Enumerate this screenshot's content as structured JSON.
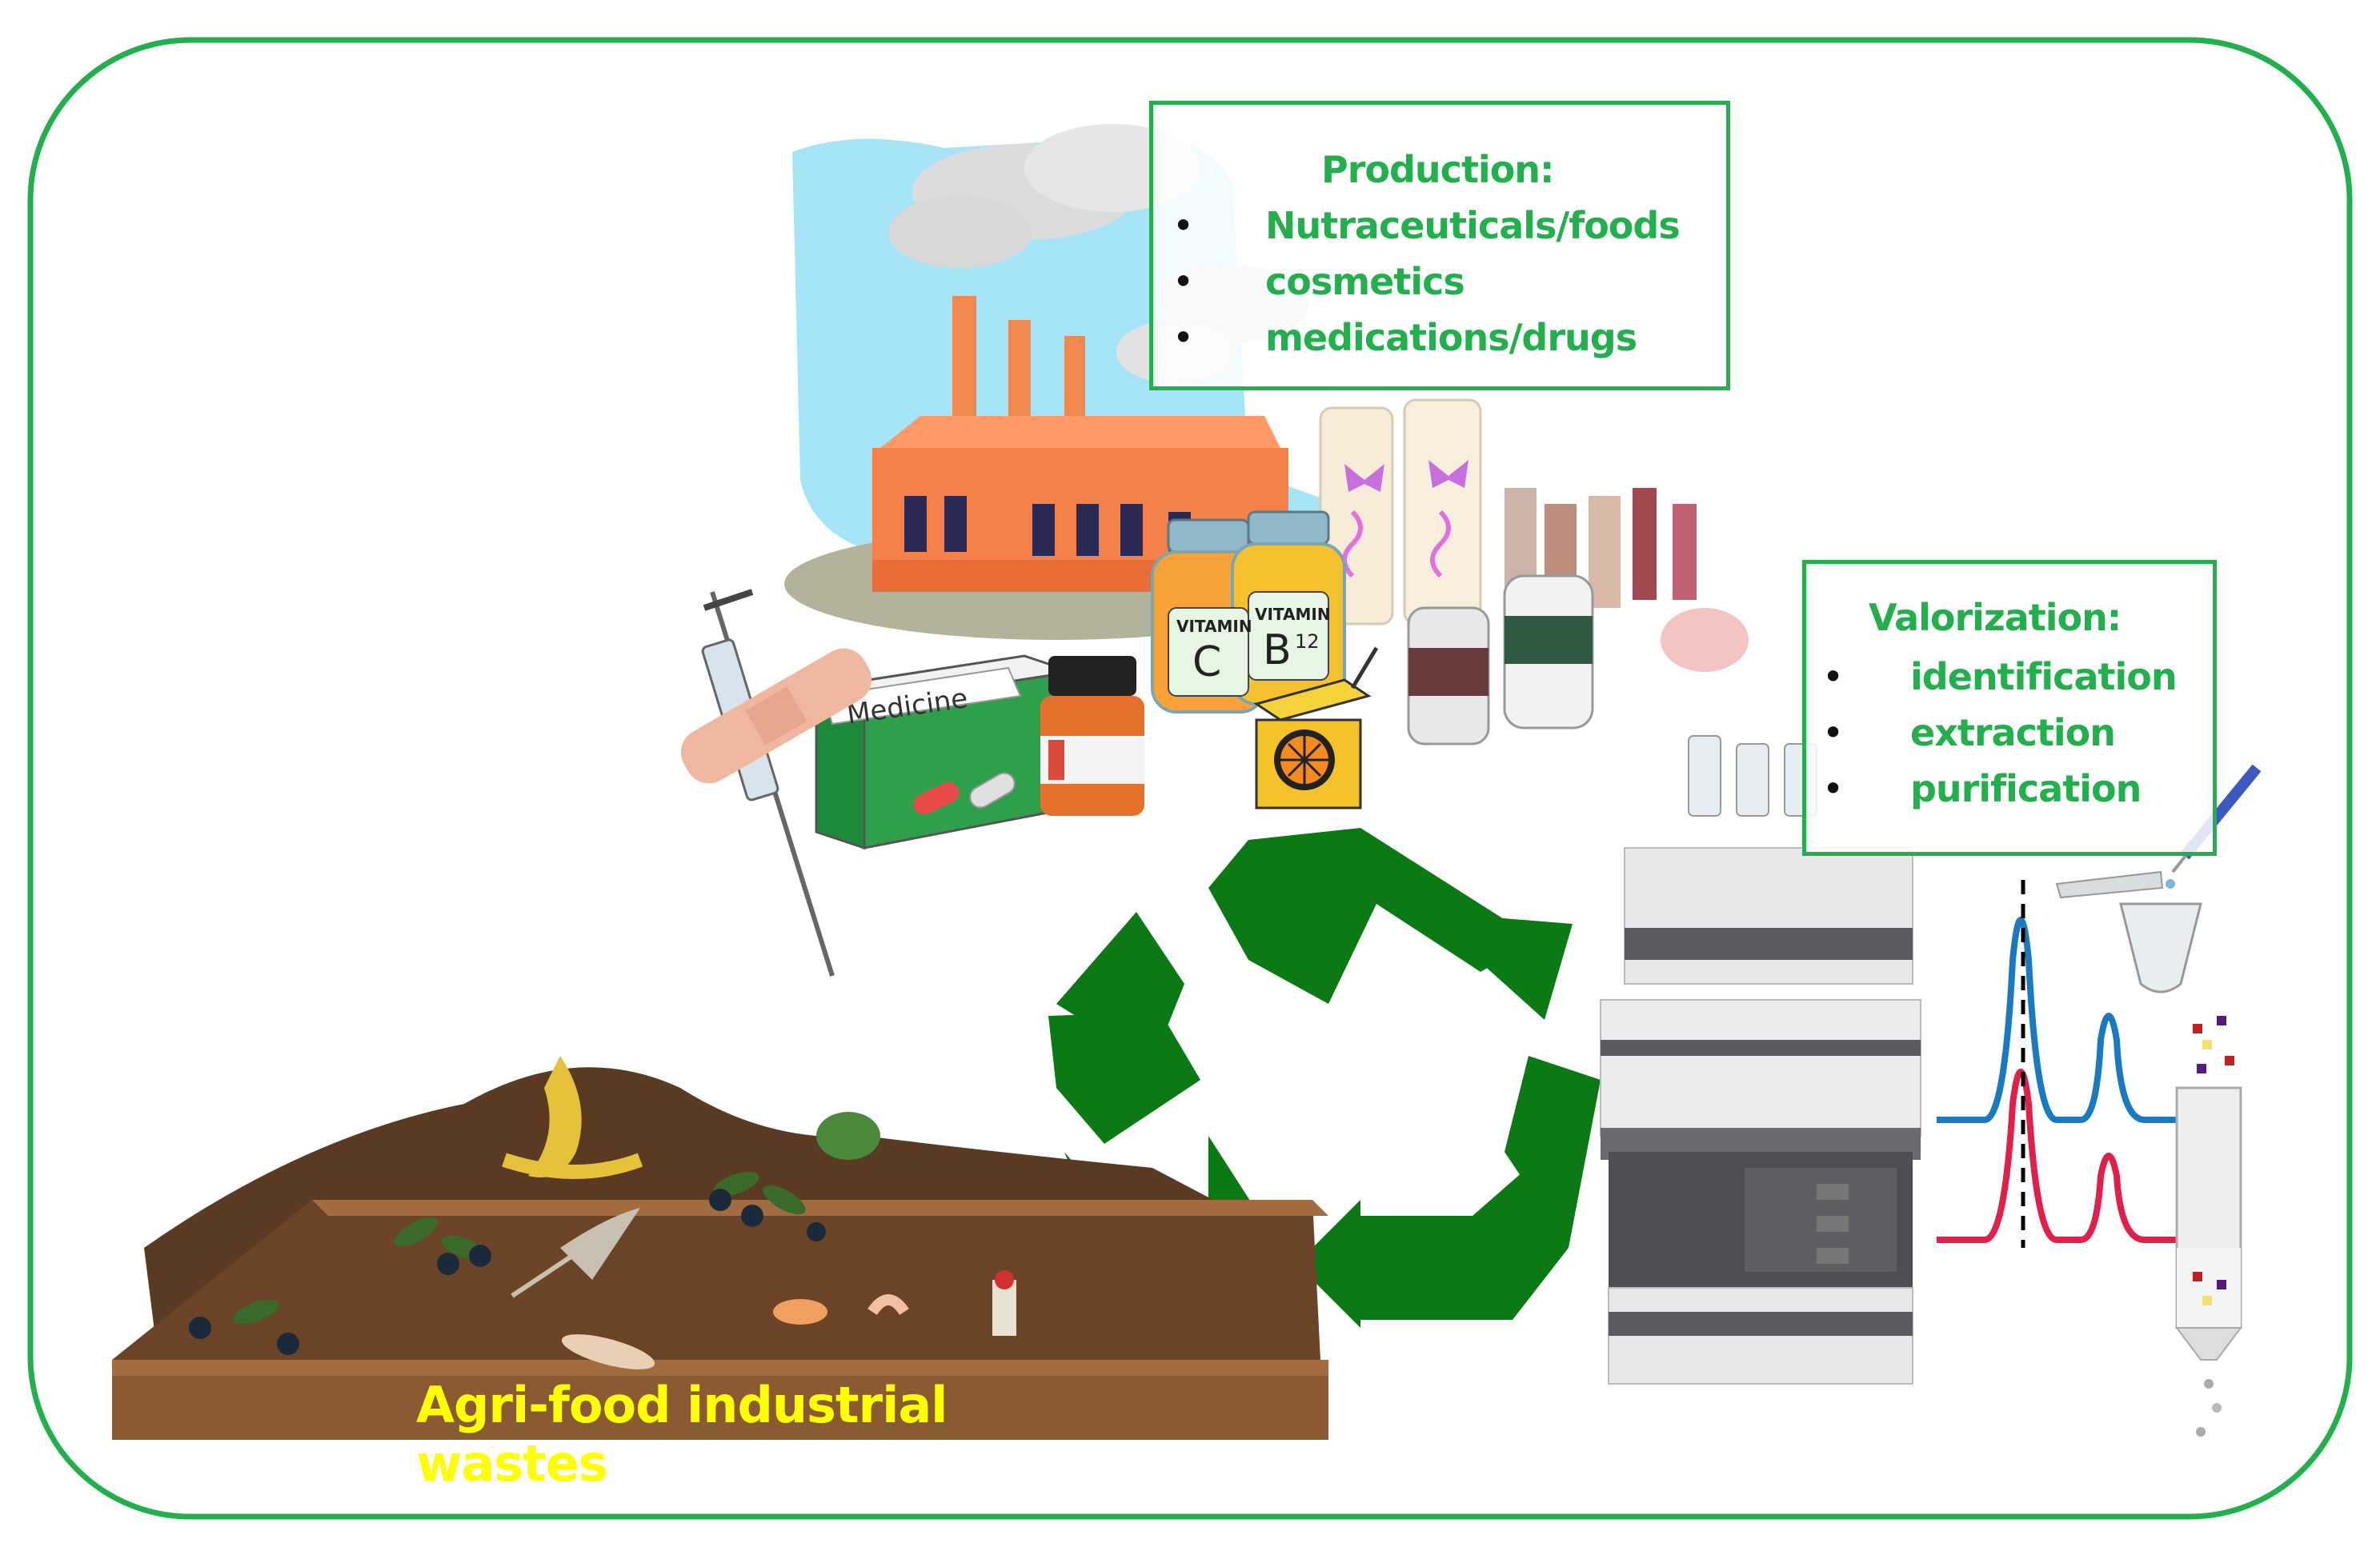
{
  "production": {
    "title": "Production:",
    "items": [
      "Nutraceuticals/foods",
      "cosmetics",
      "medications/drugs"
    ]
  },
  "valorization": {
    "title": "Valorization:",
    "items": [
      "identification",
      "extraction",
      "purification"
    ]
  },
  "waste": {
    "caption": "Agri-food industrial wastes"
  },
  "medicine_box": {
    "label": "Medicine"
  },
  "vitamins": {
    "c_label": "VITAMIN",
    "c_letter": "C",
    "b_label": "VITAMIN",
    "b_letter": "B",
    "b_sub": "12"
  },
  "colors": {
    "frame": "#21b04b",
    "text_green": "#21b04b",
    "caption_yellow": "#ffff00",
    "recycle_green": "#0b7a15",
    "peak_blue": "#1a7ac0",
    "peak_red": "#e0204a"
  },
  "icons": [
    "factory-icon",
    "recycle-icon",
    "hplc-instrument-icon",
    "syringe-icon",
    "compost-tray-icon",
    "chromatogram-icon",
    "spe-column-icon",
    "tube-icon",
    "pipette-icon"
  ]
}
